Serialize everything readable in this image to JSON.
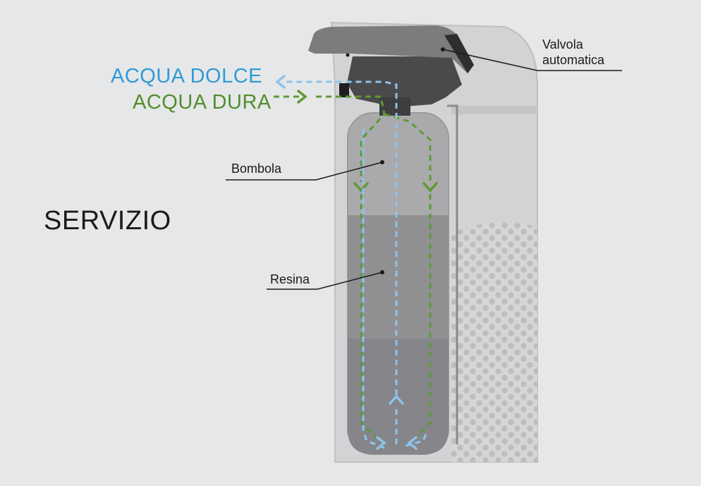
{
  "title": "SERVIZIO",
  "flows": {
    "soft_water": "ACQUA DOLCE",
    "hard_water": "ACQUA DURA"
  },
  "callouts": {
    "valve_line1": "Valvola",
    "valve_line2": "automatica",
    "tank": "Bombola",
    "resin": "Resina"
  },
  "colors": {
    "background": "#e6e7e8",
    "soft_water": "#2f9bd6",
    "soft_water_flow": "#8ec3ea",
    "hard_water": "#4f8f2e",
    "hard_water_flow": "#5e9a35",
    "resin": "#8c8c8f",
    "cabinet": "#c9c9cb"
  }
}
